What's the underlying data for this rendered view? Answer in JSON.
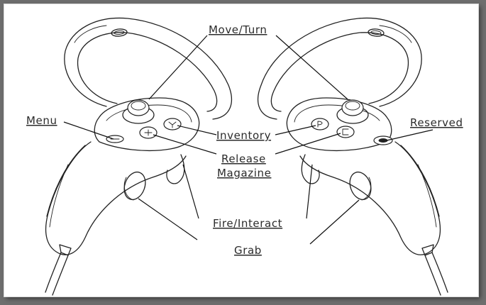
{
  "labels": {
    "move_turn": "Move/Turn",
    "menu": "Menu",
    "inventory": "Inventory",
    "release": "Release",
    "magazine": "Magazine",
    "reserved": "Reserved",
    "fire_interact": "Fire/Interact",
    "grab": "Grab"
  },
  "icons": {
    "controller_left": "left-vr-controller-icon",
    "controller_right": "right-vr-controller-icon"
  }
}
